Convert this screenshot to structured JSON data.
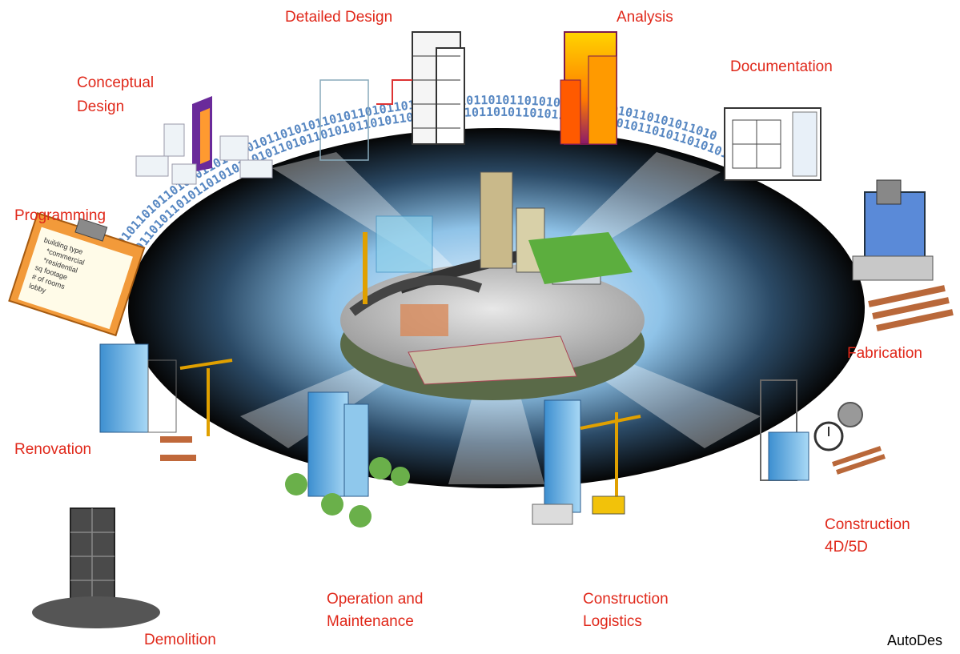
{
  "stages": {
    "detailed_design": "Detailed Design",
    "analysis": "Analysis",
    "documentation": "Documentation",
    "conceptual_design_line1": "Conceptual",
    "conceptual_design_line2": "Design",
    "programming": "Programming",
    "fabrication": "Fabrication",
    "renovation": "Renovation",
    "construction_4d5d_line1": "Construction",
    "construction_4d5d_line2": "4D/5D",
    "operation_line1": "Operation and",
    "operation_line2": "Maintenance",
    "logistics_line1": "Construction",
    "logistics_line2": "Logistics",
    "demolition": "Demolition"
  },
  "clipboard": {
    "items": [
      "building type",
      "*commercial",
      "*residential",
      "sq footage",
      "# of rooms",
      "lobby"
    ]
  },
  "binary_rings": {
    "ring_outer": "0101101010110101101011010101101011010110101011010110101101010110101101011010101101011010110101011010",
    "ring_inner": "1010110101011010110101101010110101101011010101101011010110101011010110101101010110101101011010101101"
  },
  "credit": "AutoDes",
  "colors": {
    "label": "#e0281a",
    "binary": "#3a73b8",
    "ellipse_dark": "#0b0b0b",
    "glow": "#bfe0f5"
  }
}
